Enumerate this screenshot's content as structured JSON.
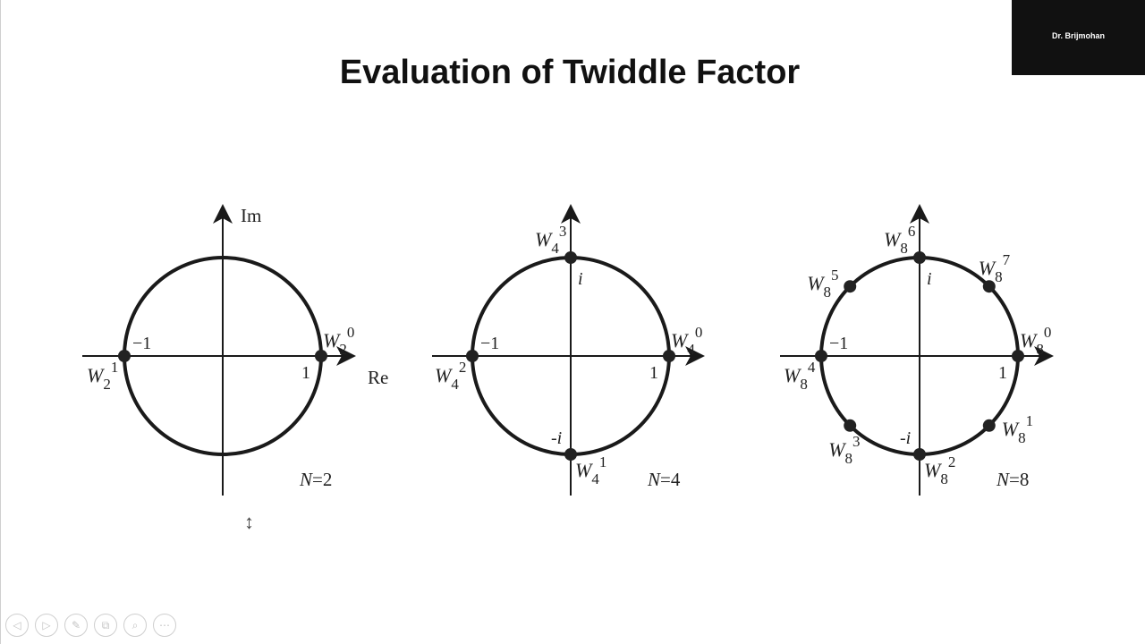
{
  "slide": {
    "title": "Evaluation of Twiddle Factor",
    "presenter": "Dr. Brijmohan"
  },
  "diagrams": [
    {
      "n_label": "N=2",
      "axis_labels": {
        "im": "Im",
        "re": "Re"
      },
      "tick_labels": {
        "pos_real": "1",
        "neg_real": "−1",
        "pos_imag": "",
        "neg_imag": ""
      },
      "points": [
        {
          "angle_deg": 0,
          "label_base": "W",
          "sub": "2",
          "sup": "0"
        },
        {
          "angle_deg": 180,
          "label_base": "W",
          "sub": "2",
          "sup": "1"
        }
      ]
    },
    {
      "n_label": "N=4",
      "axis_labels": {
        "im": "",
        "re": ""
      },
      "tick_labels": {
        "pos_real": "1",
        "neg_real": "−1",
        "pos_imag": "i",
        "neg_imag": "-i"
      },
      "points": [
        {
          "angle_deg": 0,
          "label_base": "W",
          "sub": "4",
          "sup": "0"
        },
        {
          "angle_deg": -90,
          "label_base": "W",
          "sub": "4",
          "sup": "1"
        },
        {
          "angle_deg": 180,
          "label_base": "W",
          "sub": "4",
          "sup": "2"
        },
        {
          "angle_deg": 90,
          "label_base": "W",
          "sub": "4",
          "sup": "3"
        }
      ]
    },
    {
      "n_label": "N=8",
      "axis_labels": {
        "im": "",
        "re": ""
      },
      "tick_labels": {
        "pos_real": "1",
        "neg_real": "−1",
        "pos_imag": "i",
        "neg_imag": "-i"
      },
      "points": [
        {
          "angle_deg": 0,
          "label_base": "W",
          "sub": "8",
          "sup": "0"
        },
        {
          "angle_deg": -45,
          "label_base": "W",
          "sub": "8",
          "sup": "1"
        },
        {
          "angle_deg": -90,
          "label_base": "W",
          "sub": "8",
          "sup": "2"
        },
        {
          "angle_deg": -135,
          "label_base": "W",
          "sub": "8",
          "sup": "3"
        },
        {
          "angle_deg": 180,
          "label_base": "W",
          "sub": "8",
          "sup": "4"
        },
        {
          "angle_deg": 135,
          "label_base": "W",
          "sub": "8",
          "sup": "5"
        },
        {
          "angle_deg": 90,
          "label_base": "W",
          "sub": "8",
          "sup": "6"
        },
        {
          "angle_deg": 45,
          "label_base": "W",
          "sub": "8",
          "sup": "7"
        }
      ]
    }
  ],
  "toolbar": [
    {
      "icon": "prev-arrow-icon",
      "glyph": "◁"
    },
    {
      "icon": "next-arrow-icon",
      "glyph": "▷"
    },
    {
      "icon": "pen-icon",
      "glyph": "✎"
    },
    {
      "icon": "slides-icon",
      "glyph": "⧉"
    },
    {
      "icon": "zoom-icon",
      "glyph": "⌕"
    },
    {
      "icon": "more-icon",
      "glyph": "⋯"
    }
  ]
}
